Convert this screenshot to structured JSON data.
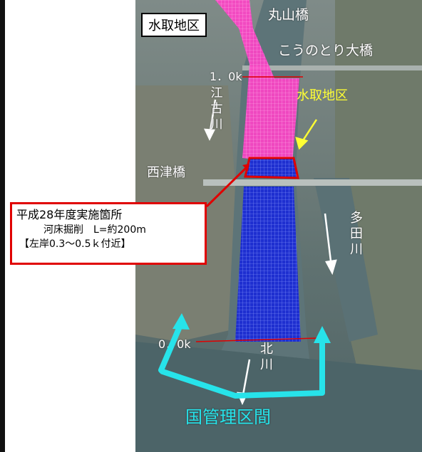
{
  "title_box": "水取地区",
  "bridges": {
    "maruyama": "丸山橋",
    "kounotori": "こうのとり大橋",
    "nishitsu": "西津橋"
  },
  "distance_markers": {
    "km_1_0": "1．0k",
    "km_0_0": "0．0k"
  },
  "rivers": {
    "eko": "江古川",
    "tada": "多田川",
    "kita": "北川"
  },
  "area_label": "水取地区",
  "callout": {
    "line1": "平成28年度実施箇所",
    "line2": "河床掘削　L=約200m",
    "line3": "【左岸0.3～0.5ｋ付近】"
  },
  "section_label": "国管理区間",
  "colors": {
    "work_area": "#1e2fd0",
    "torie_area": "#ff44c8",
    "callout_border": "#e00000",
    "section_bracket": "#27e3ea",
    "area_label": "#ffff33"
  }
}
